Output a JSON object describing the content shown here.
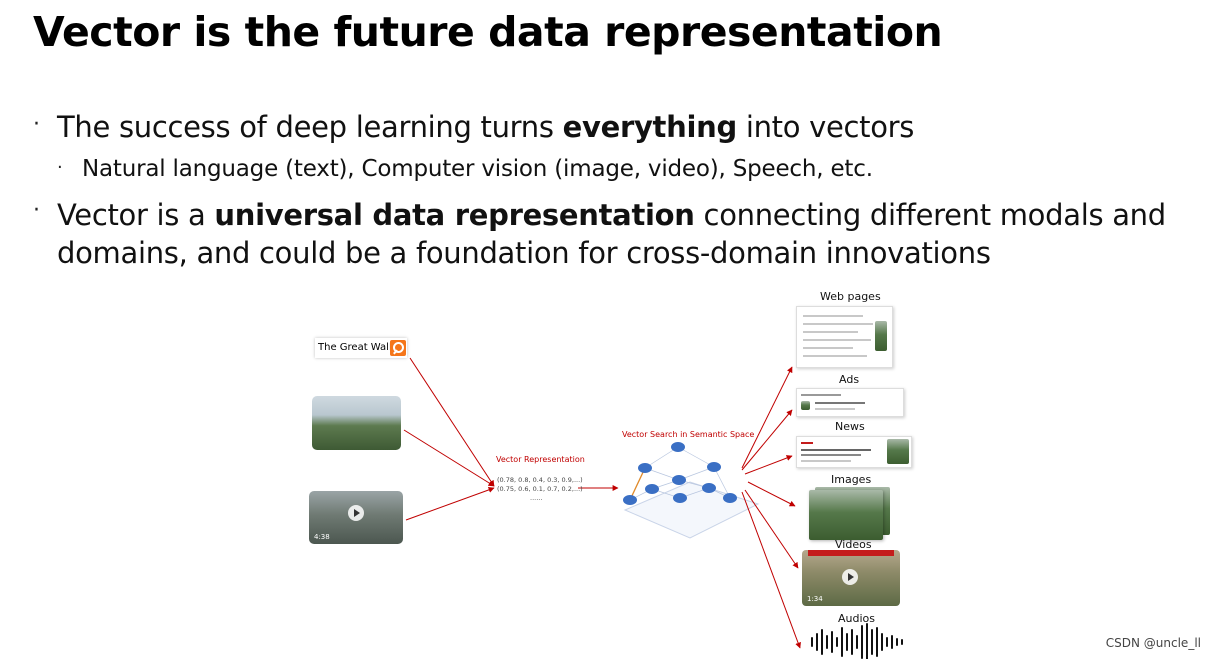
{
  "slide": {
    "title": "Vector is the future data representation",
    "bullets": {
      "b1_pre": "The success of deep learning turns ",
      "b1_bold": "everything",
      "b1_post": " into vectors",
      "b1_sub": "Natural language (text), Computer vision (image, video), Speech, etc.",
      "b2_pre": "Vector is a ",
      "b2_bold": "universal data representation",
      "b2_post": " connecting different modals and",
      "b2_line2": "domains, and could be a foundation for cross-domain innovations"
    }
  },
  "diagram": {
    "query_text": "The Great Wall",
    "video_time": "4:38",
    "vector_rep_title": "Vector Representation",
    "vector_lines": [
      "(0.78, 0.8, 0.4, 0.3, 0.9,...)",
      "(0.75, 0.6, 0.1, 0.7, 0.2,...)",
      "......"
    ],
    "semantic_title": "Vector Search in Semantic Space",
    "outputs": {
      "web": "Web pages",
      "ads": "Ads",
      "news": "News",
      "images": "Images",
      "videos": "Videos",
      "audios": "Audios"
    },
    "out_video_time": "1:34",
    "arrow_color": "#c00000",
    "node_color": "#3a6fc4"
  },
  "watermark": "CSDN @uncle_ll"
}
